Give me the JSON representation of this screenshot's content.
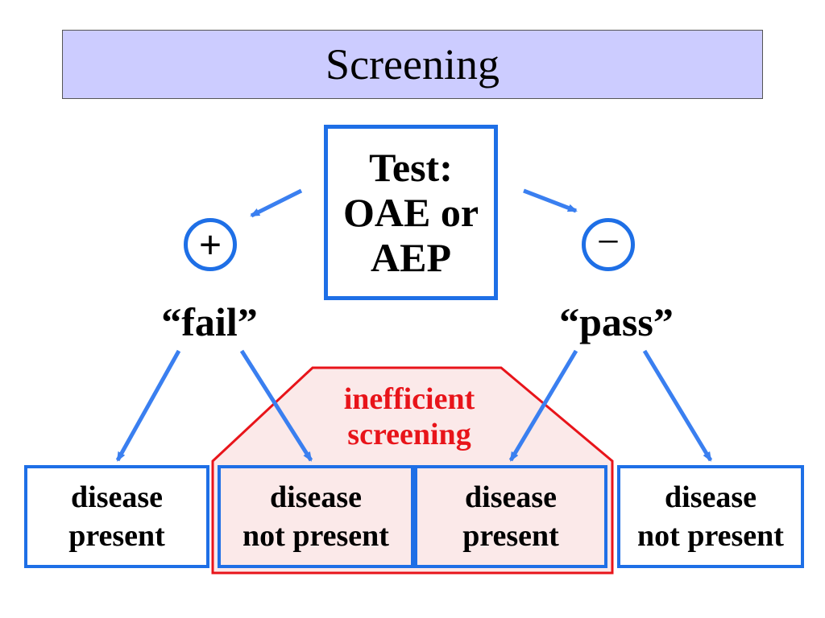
{
  "title": "Screening",
  "test": {
    "lines": [
      "Test:",
      "OAE or",
      "AEP"
    ]
  },
  "positive": {
    "symbol": "+",
    "label": "“fail”"
  },
  "negative": {
    "symbol": "−",
    "label": "“pass”"
  },
  "inefficient": {
    "lines": [
      "inefficient",
      "screening"
    ]
  },
  "results": [
    {
      "line1": "disease",
      "line2": "present"
    },
    {
      "line1": "disease",
      "line2": "not present"
    },
    {
      "line1": "disease",
      "line2": "present"
    },
    {
      "line1": "disease",
      "line2": "not present"
    }
  ],
  "colors": {
    "title_bg": "#ccccff",
    "box_border": "#1e6fe6",
    "arrow": "#3a7ff0",
    "highlight_border": "#e8141a",
    "highlight_fill": "#fbe9e9"
  }
}
